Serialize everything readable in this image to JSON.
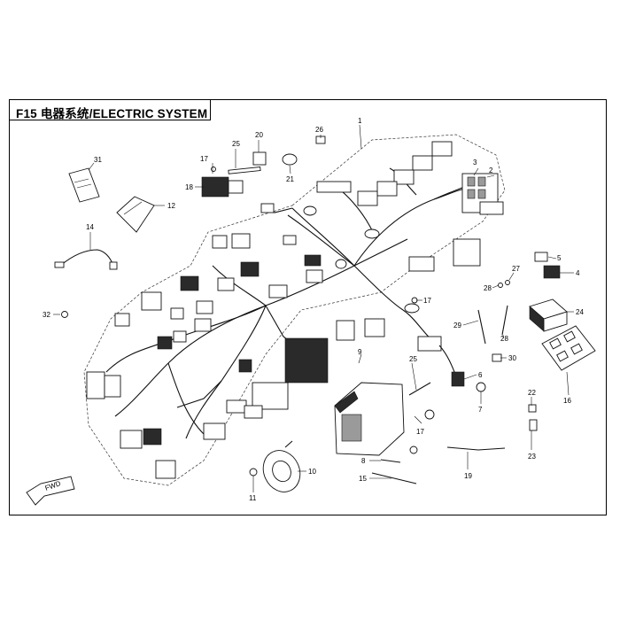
{
  "title": "F15 电器系统/ELECTRIC SYSTEM",
  "fwd_label": "FWD",
  "callouts": {
    "c1": "1",
    "c2": "2",
    "c3": "3",
    "c4": "4",
    "c5": "5",
    "c6": "6",
    "c7": "7",
    "c8": "8",
    "c9": "9",
    "c10": "10",
    "c11": "11",
    "c12": "12",
    "c14": "14",
    "c15": "15",
    "c16": "16",
    "c17a": "17",
    "c17b": "17",
    "c17c": "17",
    "c18": "18",
    "c19": "19",
    "c20": "20",
    "c21": "21",
    "c22": "22",
    "c23": "23",
    "c24": "24",
    "c25a": "25",
    "c25b": "25",
    "c26": "26",
    "c27": "27",
    "c28a": "28",
    "c28b": "28",
    "c29": "29",
    "c30": "30",
    "c31": "31",
    "c32": "32"
  },
  "colors": {
    "line": "#111111",
    "background": "#ffffff",
    "dark_part": "#2a2a2a"
  },
  "icons": [
    "wiring-harness",
    "ecu-module",
    "horn",
    "relay",
    "fuse-box",
    "battery",
    "voltage-regulator",
    "sensor"
  ]
}
